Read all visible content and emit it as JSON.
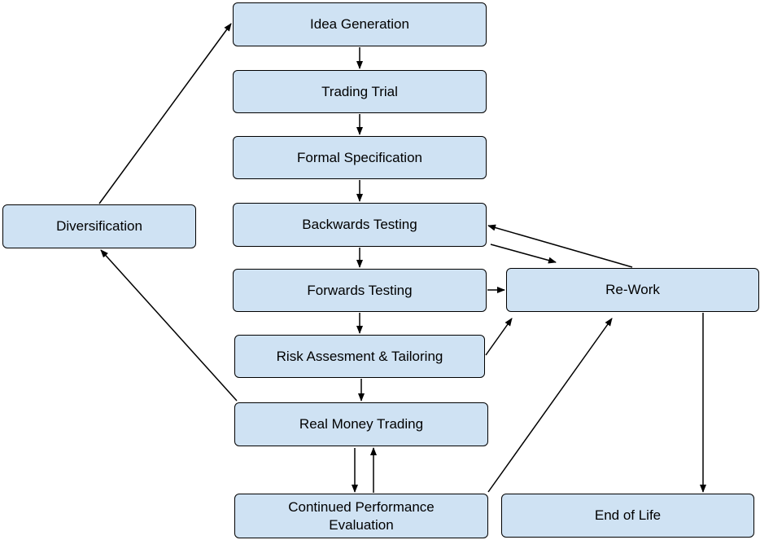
{
  "diagram": {
    "nodes": {
      "idea": "Idea Generation",
      "trial": "Trading Trial",
      "formal": "Formal Specification",
      "back": "Backwards Testing",
      "forward": "Forwards Testing",
      "risk": "Risk Assesment & Tailoring",
      "real": "Real Money Trading",
      "cont": "Continued Performance\nEvaluation",
      "div": "Diversification",
      "rework": "Re-Work",
      "eol": "End of Life"
    },
    "edges": [
      {
        "from": "Idea Generation",
        "to": "Trading Trial"
      },
      {
        "from": "Trading Trial",
        "to": "Formal Specification"
      },
      {
        "from": "Formal Specification",
        "to": "Backwards Testing"
      },
      {
        "from": "Backwards Testing",
        "to": "Forwards Testing"
      },
      {
        "from": "Forwards Testing",
        "to": "Risk Assesment & Tailoring"
      },
      {
        "from": "Risk Assesment & Tailoring",
        "to": "Real Money Trading"
      },
      {
        "from": "Real Money Trading",
        "to": "Continued Performance Evaluation"
      },
      {
        "from": "Continued Performance Evaluation",
        "to": "Real Money Trading"
      },
      {
        "from": "Real Money Trading",
        "to": "Diversification"
      },
      {
        "from": "Diversification",
        "to": "Idea Generation"
      },
      {
        "from": "Backwards Testing",
        "to": "Re-Work"
      },
      {
        "from": "Re-Work",
        "to": "Backwards Testing"
      },
      {
        "from": "Forwards Testing",
        "to": "Re-Work"
      },
      {
        "from": "Risk Assesment & Tailoring",
        "to": "Re-Work"
      },
      {
        "from": "Continued Performance Evaluation",
        "to": "Re-Work"
      },
      {
        "from": "Re-Work",
        "to": "End of Life"
      }
    ],
    "colors": {
      "node_fill": "#cfe2f3",
      "node_border": "#000000",
      "arrow": "#000000"
    }
  }
}
